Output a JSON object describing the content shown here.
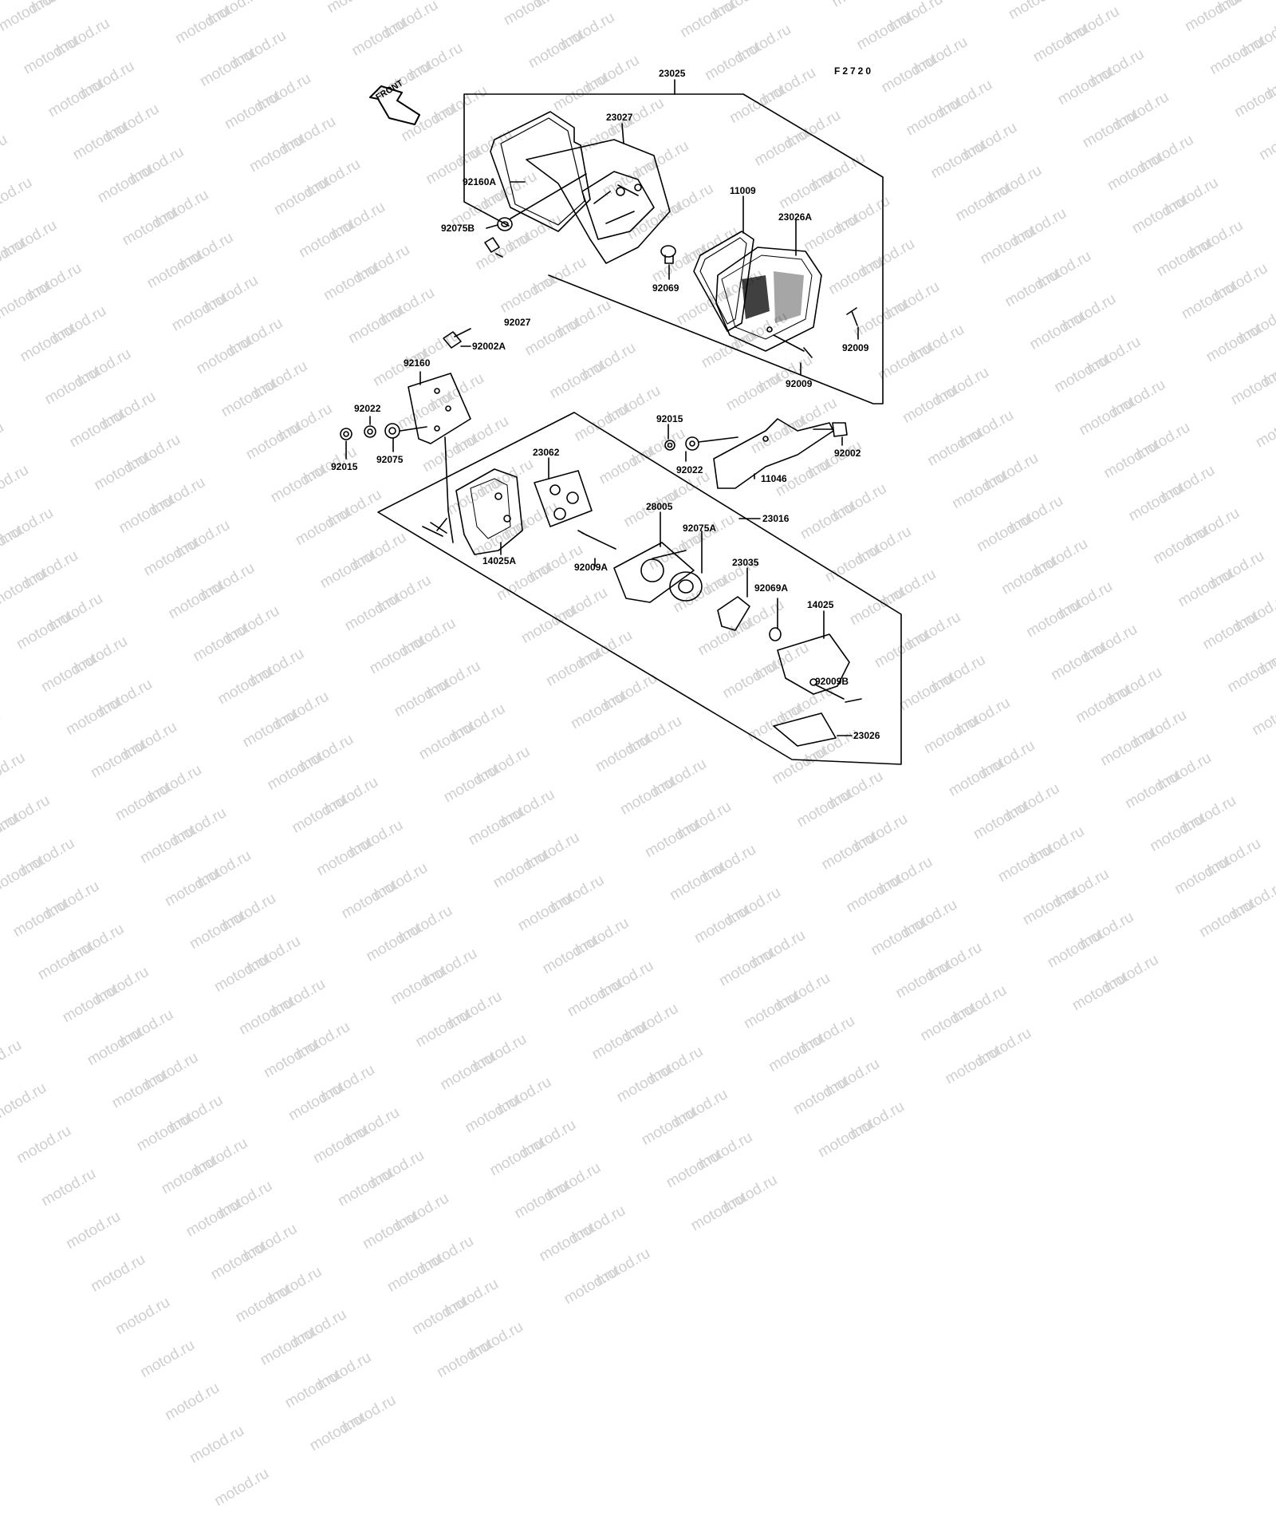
{
  "diagram_code": "F2720",
  "watermark_text": "motod.ru",
  "front_label": "FRONT",
  "colors": {
    "background": "#ffffff",
    "line": "#000000",
    "watermark": "#cfcfcf"
  },
  "parts": {
    "p23025": "23025",
    "p23027": "23027",
    "p92160A": "92160A",
    "p11009": "11009",
    "p23026A": "23026A",
    "p92069": "92069",
    "p92075B": "92075B",
    "p92027": "92027",
    "p92002A": "92002A",
    "p92009_right": "92009",
    "p92009_lower": "92009",
    "p92160": "92160",
    "p92022_left": "92022",
    "p92015_left": "92015",
    "p92075": "92075",
    "p92015_right": "92015",
    "p92022_right": "92022",
    "p92002": "92002",
    "p11046": "11046",
    "p23062": "23062",
    "p23016": "23016",
    "p28005": "28005",
    "p92075A": "92075A",
    "p14025A": "14025A",
    "p92009A": "92009A",
    "p23035": "23035",
    "p92069A": "92069A",
    "p14025": "14025",
    "p92009B": "92009B",
    "p23026": "23026"
  }
}
